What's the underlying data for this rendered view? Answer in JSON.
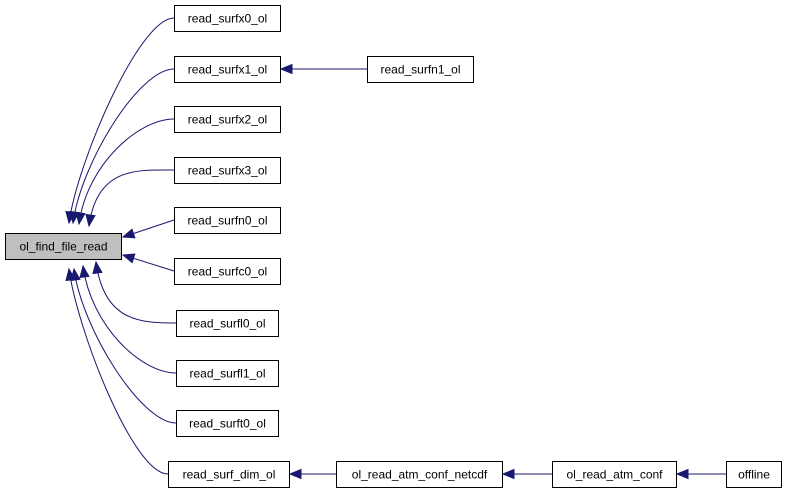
{
  "diagram": {
    "nodes": [
      {
        "id": "ol_find_file_read",
        "label": "ol_find_file_read",
        "focus": true
      },
      {
        "id": "read_surfx0_ol",
        "label": "read_surfx0_ol"
      },
      {
        "id": "read_surfx1_ol",
        "label": "read_surfx1_ol"
      },
      {
        "id": "read_surfn1_ol",
        "label": "read_surfn1_ol"
      },
      {
        "id": "read_surfx2_ol",
        "label": "read_surfx2_ol"
      },
      {
        "id": "read_surfx3_ol",
        "label": "read_surfx3_ol"
      },
      {
        "id": "read_surfn0_ol",
        "label": "read_surfn0_ol"
      },
      {
        "id": "read_surfc0_ol",
        "label": "read_surfc0_ol"
      },
      {
        "id": "read_surfl0_ol",
        "label": "read_surfl0_ol"
      },
      {
        "id": "read_surfl1_ol",
        "label": "read_surfl1_ol"
      },
      {
        "id": "read_surft0_ol",
        "label": "read_surft0_ol"
      },
      {
        "id": "read_surf_dim_ol",
        "label": "read_surf_dim_ol"
      },
      {
        "id": "ol_read_atm_conf_netcdf",
        "label": "ol_read_atm_conf_netcdf"
      },
      {
        "id": "ol_read_atm_conf",
        "label": "ol_read_atm_conf"
      },
      {
        "id": "offline",
        "label": "offline"
      }
    ],
    "edges": [
      {
        "from": "read_surfx0_ol",
        "to": "ol_find_file_read"
      },
      {
        "from": "read_surfx1_ol",
        "to": "ol_find_file_read"
      },
      {
        "from": "read_surfx2_ol",
        "to": "ol_find_file_read"
      },
      {
        "from": "read_surfx3_ol",
        "to": "ol_find_file_read"
      },
      {
        "from": "read_surfn0_ol",
        "to": "ol_find_file_read"
      },
      {
        "from": "read_surfc0_ol",
        "to": "ol_find_file_read"
      },
      {
        "from": "read_surfl0_ol",
        "to": "ol_find_file_read"
      },
      {
        "from": "read_surfl1_ol",
        "to": "ol_find_file_read"
      },
      {
        "from": "read_surft0_ol",
        "to": "ol_find_file_read"
      },
      {
        "from": "read_surf_dim_ol",
        "to": "ol_find_file_read"
      },
      {
        "from": "read_surfn1_ol",
        "to": "read_surfx1_ol"
      },
      {
        "from": "ol_read_atm_conf_netcdf",
        "to": "read_surf_dim_ol"
      },
      {
        "from": "ol_read_atm_conf",
        "to": "ol_read_atm_conf_netcdf"
      },
      {
        "from": "offline",
        "to": "ol_read_atm_conf"
      }
    ],
    "colors": {
      "edge": "#191970",
      "focus_fill": "#bfbfbf",
      "node_fill": "#ffffff",
      "border": "#000000"
    }
  }
}
